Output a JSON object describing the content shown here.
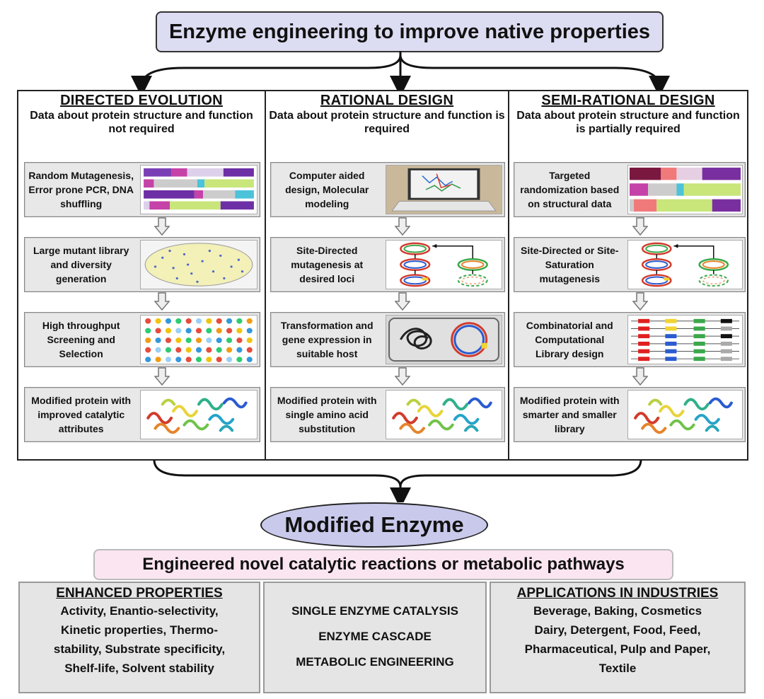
{
  "title": "Enzyme engineering to improve native properties",
  "columns": [
    {
      "heading": "DIRECTED EVOLUTION",
      "subtitle": "Data about protein structure and function not required",
      "steps": [
        "Random Mutagenesis, Error prone PCR, DNA shuffling",
        "Large mutant library and diversity generation",
        "High throughput Screening and Selection",
        "Modified protein with improved catalytic attributes"
      ]
    },
    {
      "heading": "RATIONAL DESIGN",
      "subtitle": "Data about protein structure and function is required",
      "steps": [
        "Computer aided design, Molecular modeling",
        "Site-Directed mutagenesis at desired loci",
        "Transformation and gene expression in suitable host",
        "Modified protein with single amino acid substitution"
      ]
    },
    {
      "heading": "SEMI-RATIONAL DESIGN",
      "subtitle": "Data about protein structure and function is partially required",
      "steps": [
        "Targeted randomization based on structural data",
        "Site-Directed or Site-Saturation mutagenesis",
        "Combinatorial and Computational Library design",
        "Modified protein with smarter and smaller library"
      ]
    }
  ],
  "result": "Modified Enzyme",
  "outcome": "Engineered novel catalytic reactions or metabolic pathways",
  "bottom": {
    "left": {
      "heading": "ENHANCED PROPERTIES",
      "lines": [
        "Activity, Enantio-selectivity,",
        "Kinetic properties, Thermo-",
        "stability, Substrate specificity,",
        "Shelf-life, Solvent stability"
      ]
    },
    "middle": {
      "lines": [
        "SINGLE ENZYME CATALYSIS",
        "ENZYME CASCADE",
        "METABOLIC ENGINEERING"
      ]
    },
    "right": {
      "heading": "APPLICATIONS IN INDUSTRIES",
      "lines": [
        "Beverage, Baking, Cosmetics",
        "Dairy, Detergent, Food, Feed,",
        "Pharmaceutical, Pulp and Paper,",
        "Textile"
      ]
    }
  },
  "colors": {
    "title_bg": "#dcdcf2",
    "oval_bg": "#c9c9ec",
    "outcome_bg": "#fbe5f0",
    "panel_bg": "#e5e5e5"
  }
}
